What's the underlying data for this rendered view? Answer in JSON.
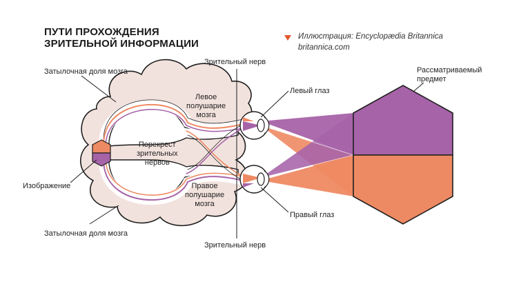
{
  "title": "ПУТИ ПРОХОЖДЕНИЯ\nЗРИТЕЛЬНОЙ ИНФОРМАЦИИ",
  "credit": {
    "line1": "Иллюстрация: Encyclopædia Britannica",
    "line2": "britannica.com"
  },
  "labels": {
    "occipital_top": "Затылочная доля мозга",
    "occipital_bottom": "Затылочная доля мозга",
    "optic_nerve_top": "Зрительный нерв",
    "optic_nerve_bottom": "Зрительный нерв",
    "left_eye": "Левый глаз",
    "right_eye": "Правый глаз",
    "left_hemisphere": "Левое\nполушарие\nмозга",
    "right_hemisphere": "Правое\nполушарие\nмозга",
    "chiasm": "Перекрест\nзрительных\nнервов",
    "image": "Изображение",
    "object": "Рассматриваемый\nпредмет"
  },
  "colors": {
    "purple": "#a663a8",
    "orange": "#ee8a63",
    "brain": "#f2e2dd",
    "accent": "#e4572e"
  }
}
